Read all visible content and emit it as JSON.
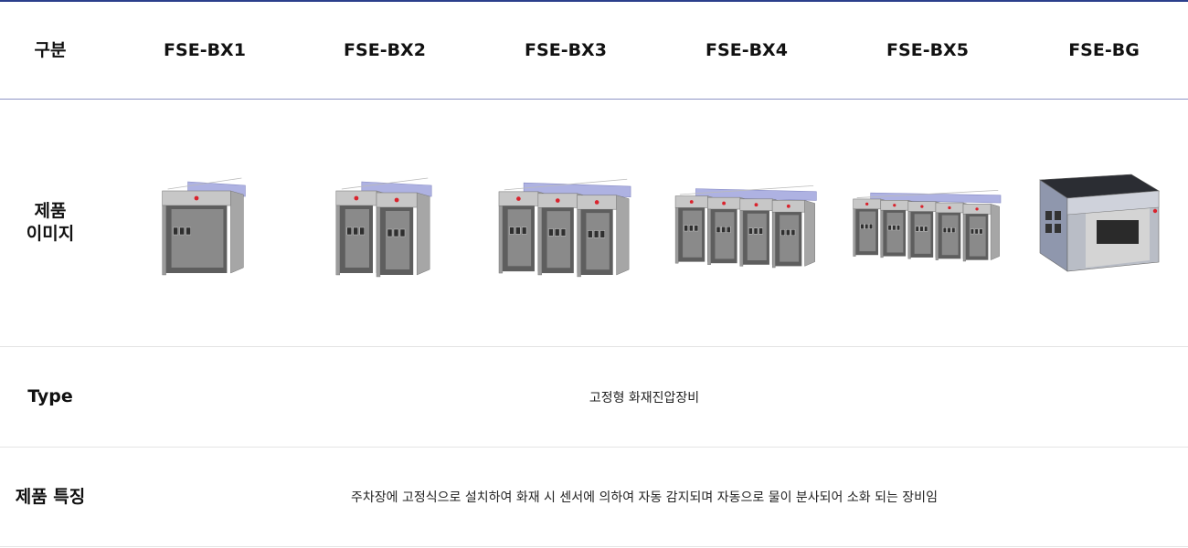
{
  "table": {
    "header": {
      "label": "구분",
      "models": [
        "FSE-BX1",
        "FSE-BX2",
        "FSE-BX3",
        "FSE-BX4",
        "FSE-BX5",
        "FSE-BG"
      ]
    },
    "image_row": {
      "label_lines": [
        "제품",
        "이미지"
      ],
      "images": [
        {
          "model": "FSE-BX1",
          "bays": 1
        },
        {
          "model": "FSE-BX2",
          "bays": 2
        },
        {
          "model": "FSE-BX3",
          "bays": 3
        },
        {
          "model": "FSE-BX4",
          "bays": 4
        },
        {
          "model": "FSE-BX5",
          "bays": 5
        },
        {
          "model": "FSE-BG",
          "bays": 1
        }
      ]
    },
    "type_row": {
      "label": "Type",
      "value": "고정형 화재진압장비"
    },
    "feature_row": {
      "label": "제품 특징",
      "value": "주차장에 고정식으로 설치하여 화재 시 센서에 의하여 자동 감지되며 자동으로 물이 분사되어 소화 되는 장비임"
    }
  },
  "colors": {
    "top_rule": "#2b3f8c",
    "header_rule": "#8f95c6",
    "grid_rule": "#e4e4e4",
    "booth_gray": "#8a8a8a",
    "duct_lavender": "#aeb2e2",
    "sensor_red": "#d9232d"
  }
}
